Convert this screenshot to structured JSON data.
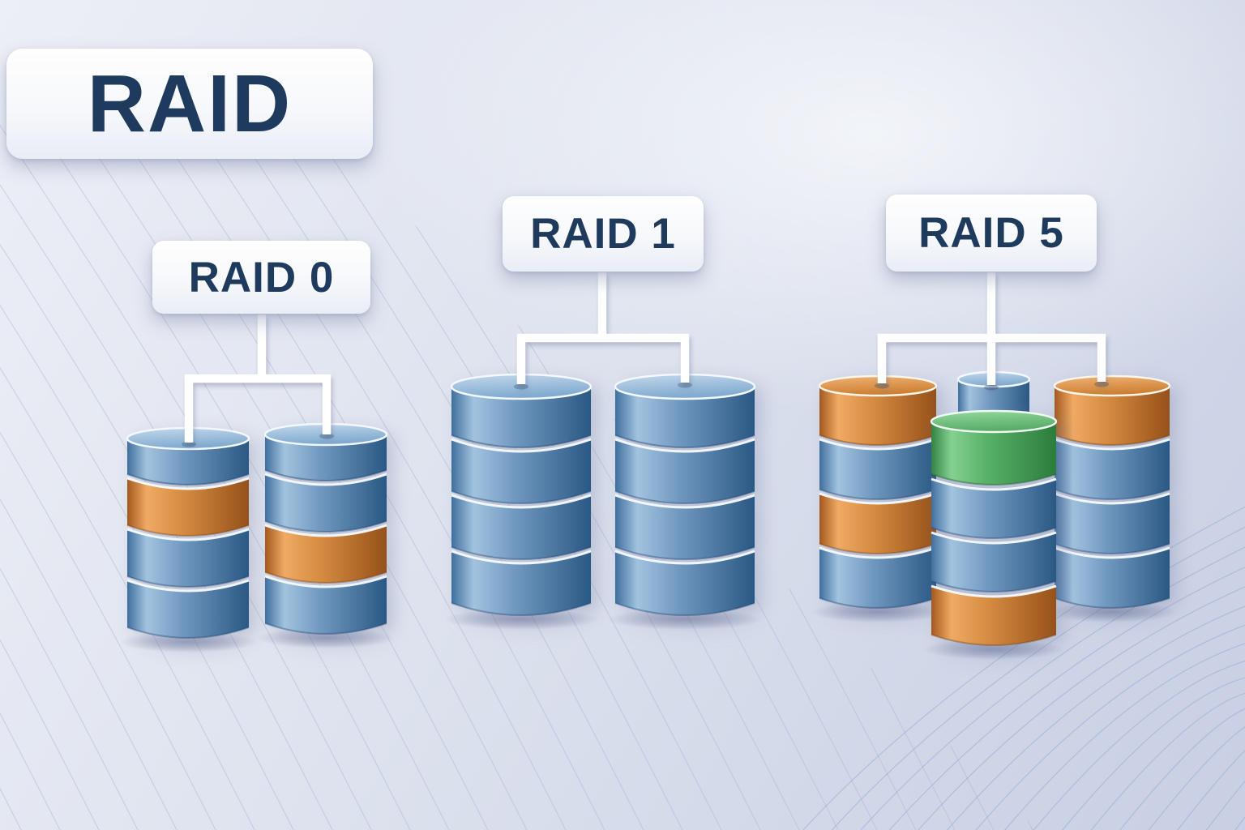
{
  "title": {
    "label": "RAID"
  },
  "groups": [
    {
      "id": "raid-0",
      "label": "RAID 0",
      "stacks": [
        {
          "disks": [
            "blue",
            "orange",
            "blue",
            "blue"
          ]
        },
        {
          "disks": [
            "blue",
            "blue",
            "orange",
            "blue"
          ]
        }
      ]
    },
    {
      "id": "raid-1",
      "label": "RAID 1",
      "stacks": [
        {
          "disks": [
            "blue",
            "blue",
            "blue",
            "blue"
          ]
        },
        {
          "disks": [
            "blue",
            "blue",
            "blue",
            "blue"
          ]
        }
      ]
    },
    {
      "id": "raid-5",
      "label": "RAID 5",
      "stacks": [
        {
          "disks": [
            "orange",
            "blue",
            "orange",
            "blue"
          ]
        },
        {
          "back_disk": "blue",
          "disks": [
            "green",
            "blue",
            "blue",
            "orange"
          ]
        },
        {
          "disks": [
            "orange",
            "blue",
            "blue",
            "blue"
          ]
        }
      ]
    }
  ],
  "palette": {
    "ink": "#1e3a5c",
    "connector": "#ffffff",
    "card_bg_top": "#fefefe",
    "card_bg_bottom": "#e9edf5",
    "background_light": "#edeff6",
    "background_dark": "#c9cfe4",
    "contour_left": "#aeb5d6",
    "contour_right": "#8fa5d4",
    "separator_rim": "#f6fafd",
    "disks": {
      "blue": {
        "band": [
          "#3f6f9e",
          "#a2c3df",
          "#7199c0",
          "#2a5884"
        ],
        "top": [
          "#c4d9ec",
          "#7fa9cf"
        ],
        "rim": "#f2f8fd",
        "edge": "#1d4470"
      },
      "orange": {
        "band": [
          "#a3591e",
          "#efaa64",
          "#d68c41",
          "#96511a"
        ],
        "top": [
          "#f0b477",
          "#cc7e31"
        ],
        "rim": "#fdf4ea",
        "edge": "#7a3f10"
      },
      "green": {
        "band": [
          "#338344",
          "#85d090",
          "#57b167",
          "#2c7c3c"
        ],
        "top": [
          "#95d9a0",
          "#57ab66"
        ],
        "rim": "#effaf1",
        "edge": "#1f6130"
      }
    }
  }
}
